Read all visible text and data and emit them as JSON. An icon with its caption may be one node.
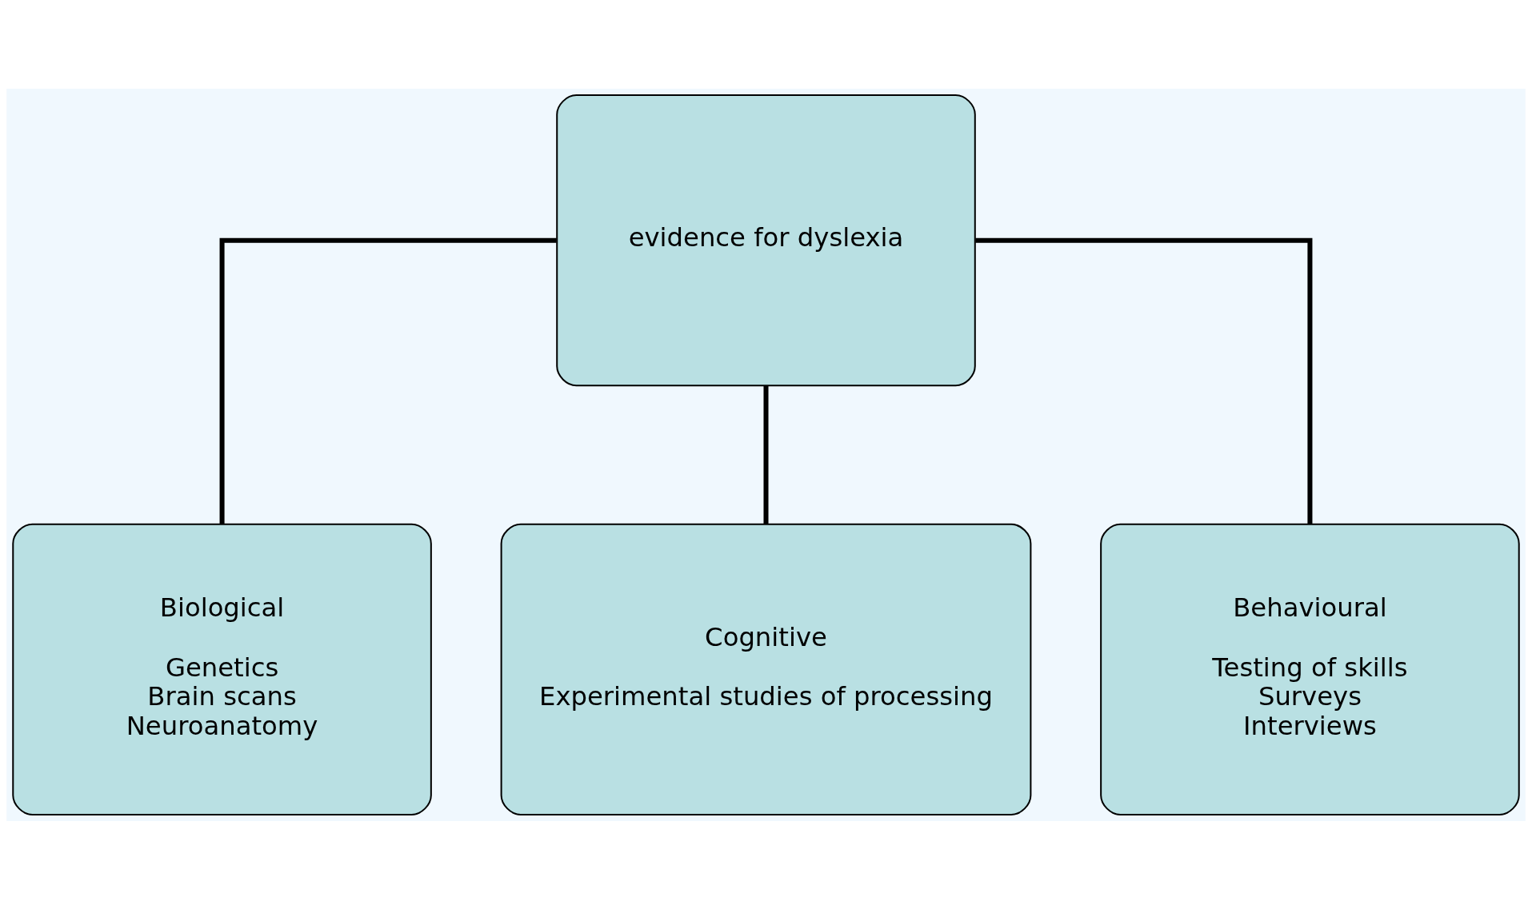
{
  "diagram": {
    "nodes": [
      {
        "text": [
          "evidence for dyslexia"
        ]
      },
      {
        "text": [
          "Biological",
          "Genetics",
          "Brain scans",
          "Neuroanatomy"
        ]
      },
      {
        "text": [
          "Cognitive",
          "Experimental studies of processing"
        ]
      },
      {
        "text": [
          "Behavioural",
          "Testing of skills",
          "Surveys",
          "Interviews"
        ]
      }
    ],
    "edges": [
      {
        "from": 0,
        "to": 1,
        "arrow": "none"
      },
      {
        "from": 0,
        "to": 2,
        "arrow": "none"
      },
      {
        "from": 0,
        "to": 3,
        "arrow": "none"
      }
    ]
  }
}
